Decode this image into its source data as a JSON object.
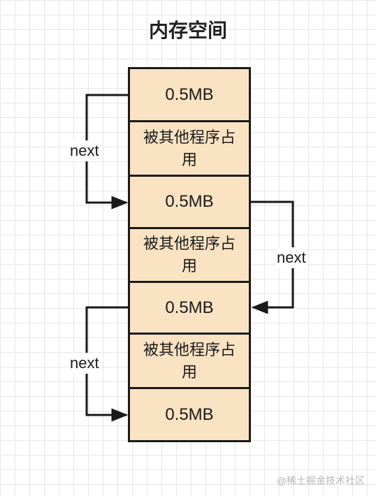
{
  "title": "内存空间",
  "blocks": [
    {
      "label": "0.5MB"
    },
    {
      "label": "被其他程序占用"
    },
    {
      "label": "0.5MB"
    },
    {
      "label": "被其他程序占用"
    },
    {
      "label": "0.5MB"
    },
    {
      "label": "被其他程序占用"
    },
    {
      "label": "0.5MB"
    }
  ],
  "links": [
    {
      "label": "next"
    },
    {
      "label": "next"
    },
    {
      "label": "next"
    }
  ],
  "watermark": "@稀土掘金技术社区",
  "colors": {
    "block_fill": "#fae3c3",
    "stroke": "#1a1a1a",
    "grid": "#e6e6e6"
  }
}
